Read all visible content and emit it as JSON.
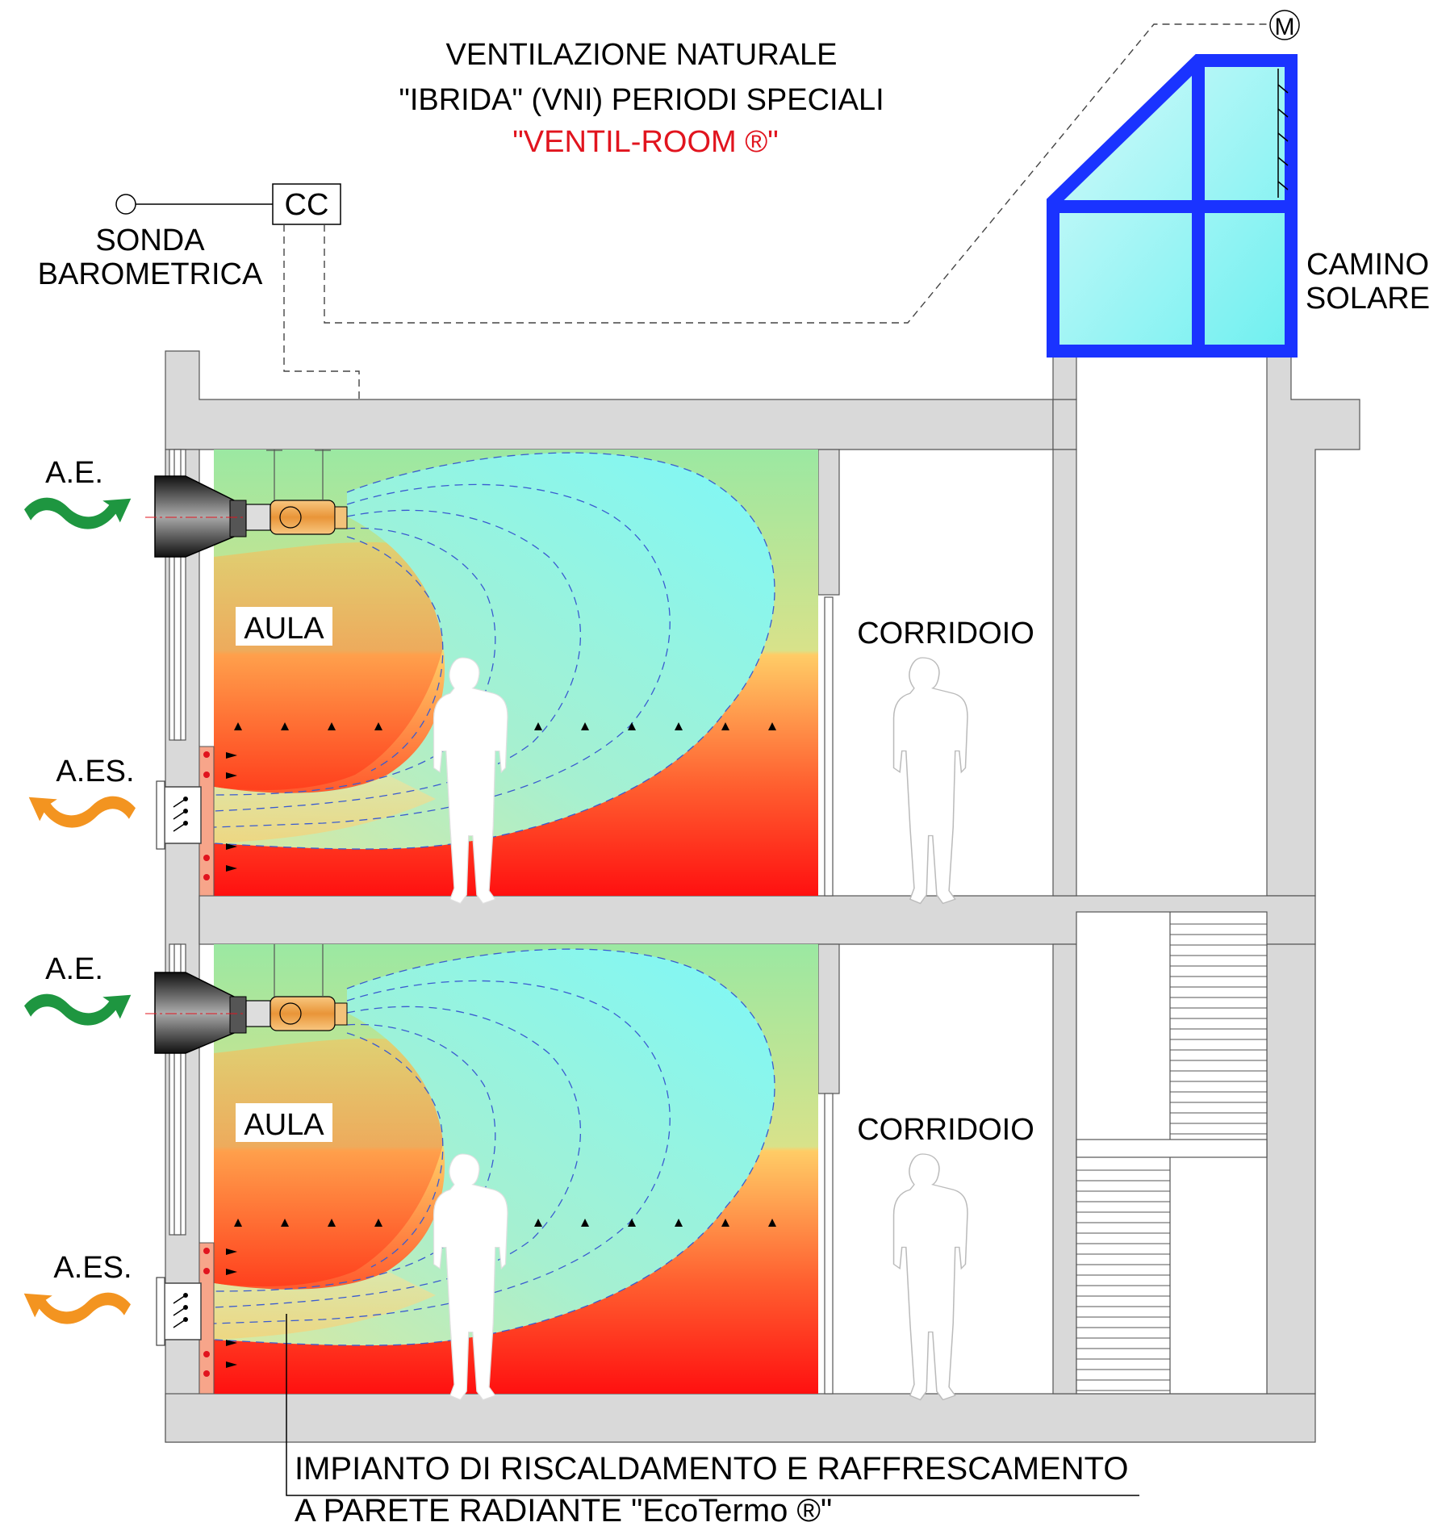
{
  "title": {
    "line1": "VENTILAZIONE  NATURALE",
    "line2": "\"IBRIDA\" (VNI) PERIODI SPECIALI",
    "line3": "\"VENTIL-ROOM ®\""
  },
  "sensor": {
    "line1": "SONDA",
    "line2": "BAROMETRICA"
  },
  "controller": {
    "label": "CC"
  },
  "motor": {
    "label": "M"
  },
  "chimney": {
    "line1": "CAMINO",
    "line2": "SOLARE"
  },
  "floors": [
    {
      "intake": "A.E.",
      "exhaust": "A.ES.",
      "room": "AULA",
      "corridor": "CORRIDOIO"
    },
    {
      "intake": "A.E.",
      "exhaust": "A.ES.",
      "room": "AULA",
      "corridor": "CORRIDOIO"
    }
  ],
  "system": {
    "line1": "IMPIANTO DI RISCALDAMENTO E RAFFRESCAMENTO",
    "line2": "A PARETE RADIANTE \"EcoTermo ®\""
  },
  "colors": {
    "wall": "#d9d9d9",
    "chimney_frame": "#1a33ff",
    "chimney_glass": "#a8f5f5",
    "cool_air": "#7ef5f5",
    "warm_air": "#ff1e1e",
    "intake_arrow": "#1e9640",
    "exhaust_arrow": "#f39420",
    "title_accent": "#e1141e"
  }
}
